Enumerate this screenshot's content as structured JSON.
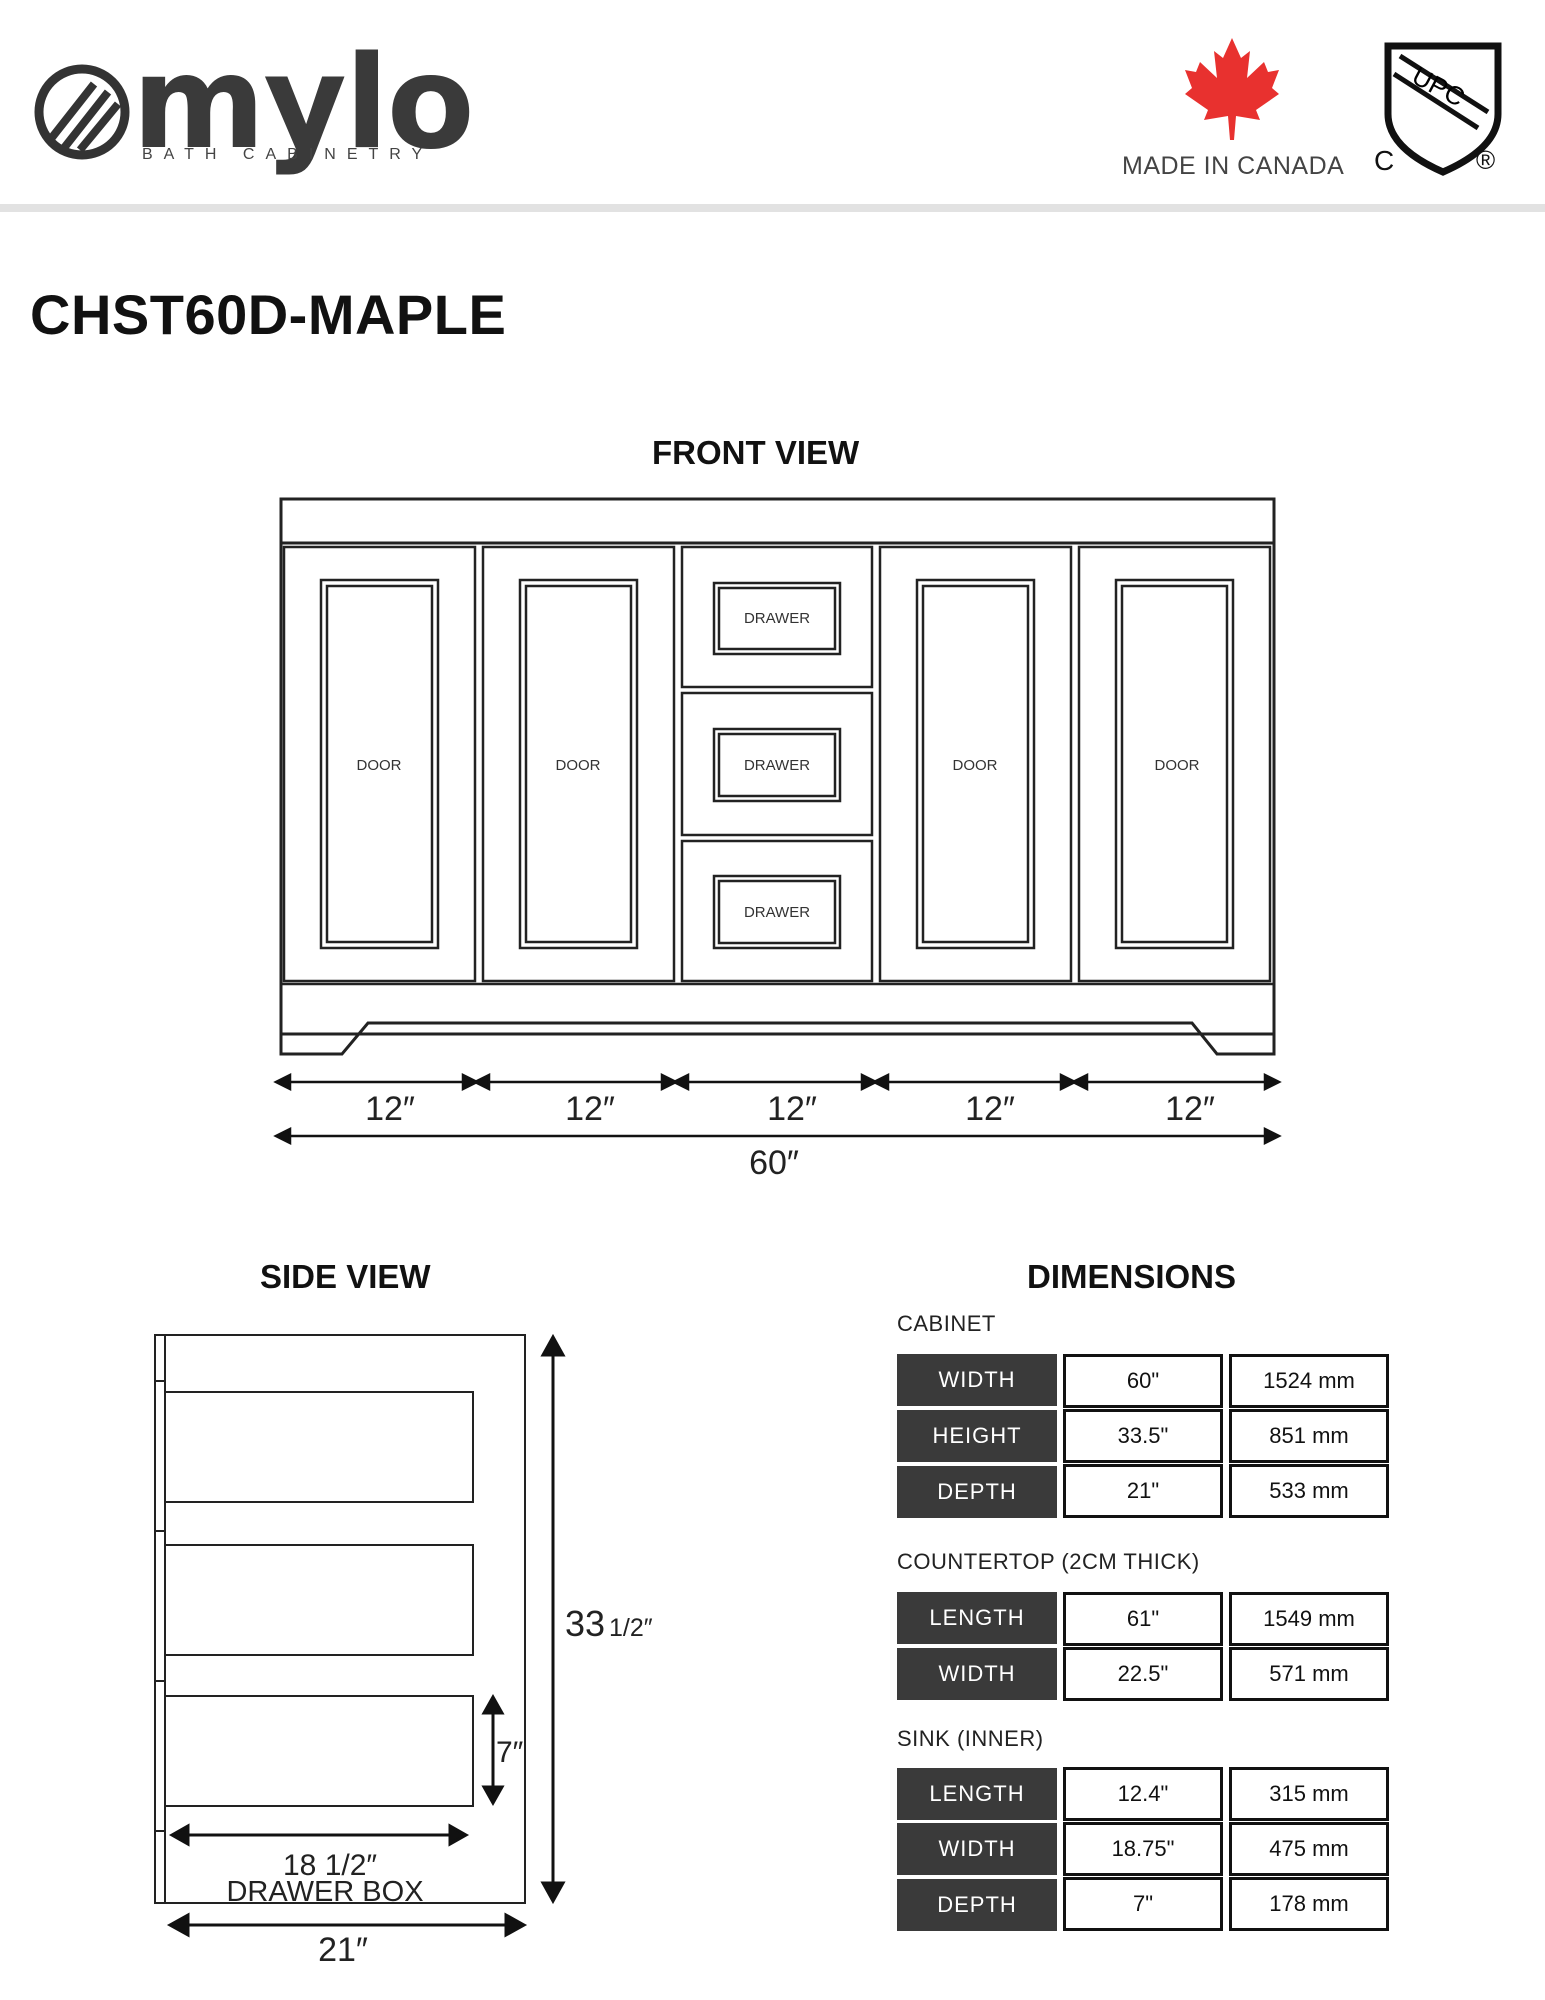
{
  "header": {
    "brand_name": "mylo",
    "brand_tagline": "BATH CABINETRY",
    "made_in": "MADE IN CANADA",
    "cert_mark": "UPC",
    "cert_c": "C",
    "cert_r": "®",
    "icons": [
      "mylo-logo-icon",
      "maple-leaf-icon",
      "upc-shield-icon"
    ],
    "accent_color": "#e8312f"
  },
  "title": "CHST60D-MAPLE",
  "front_view": {
    "heading": "FRONT VIEW",
    "panels": [
      "DOOR",
      "DOOR",
      "DRAWER",
      "DRAWER",
      "DRAWER",
      "DOOR",
      "DOOR"
    ],
    "segments": [
      "12″",
      "12″",
      "12″",
      "12″",
      "12″"
    ],
    "total": "60″"
  },
  "side_view": {
    "heading": "SIDE VIEW",
    "height_main": "33",
    "height_frac": "1/2″",
    "drawer_height": "7″",
    "drawer_box_width": "18 1/2″",
    "drawer_box_label": "DRAWER BOX",
    "depth": "21″"
  },
  "dimensions": {
    "heading": "DIMENSIONS",
    "groups": [
      {
        "name": "CABINET",
        "rows": [
          {
            "label": "WIDTH",
            "imperial": "60\"",
            "metric": "1524 mm"
          },
          {
            "label": "HEIGHT",
            "imperial": "33.5\"",
            "metric": "851 mm"
          },
          {
            "label": "DEPTH",
            "imperial": "21\"",
            "metric": "533 mm"
          }
        ]
      },
      {
        "name": "COUNTERTOP (2CM THICK)",
        "rows": [
          {
            "label": "LENGTH",
            "imperial": "61\"",
            "metric": "1549 mm"
          },
          {
            "label": "WIDTH",
            "imperial": "22.5\"",
            "metric": "571 mm"
          }
        ]
      },
      {
        "name": "SINK (INNER)",
        "rows": [
          {
            "label": "LENGTH",
            "imperial": "12.4\"",
            "metric": "315 mm"
          },
          {
            "label": "WIDTH",
            "imperial": "18.75\"",
            "metric": "475 mm"
          },
          {
            "label": "DEPTH",
            "imperial": "7\"",
            "metric": "178 mm"
          }
        ]
      }
    ]
  }
}
